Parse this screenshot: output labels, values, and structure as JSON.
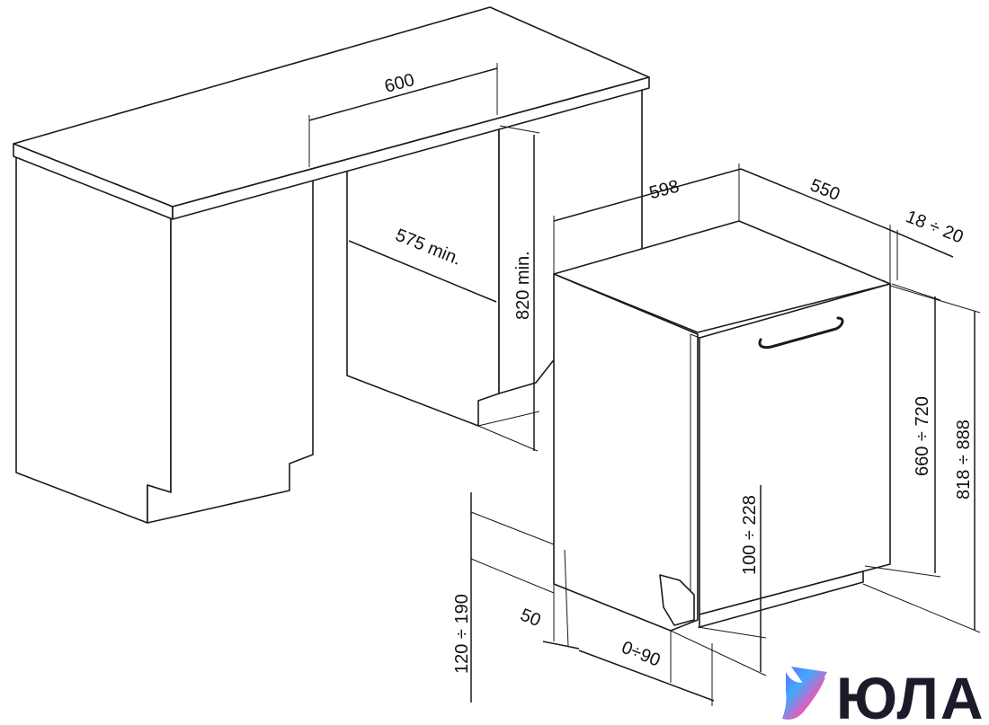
{
  "diagram": {
    "dimensions": {
      "niche_width": "600",
      "niche_depth": "575 min.",
      "niche_height": "820 min.",
      "appliance_width": "598",
      "appliance_depth": "550",
      "door_thickness": "18 ÷ 20",
      "door_height": "660 ÷ 720",
      "total_height": "818 ÷ 888",
      "plinth_height": "100 ÷ 228",
      "foot_height": "120 ÷ 190",
      "foot_offset": "50",
      "plinth_depth": "0÷90"
    },
    "logo": {
      "text": "ЮЛА",
      "colors": [
        "#7b5cff",
        "#3fa9ff",
        "#ff4fb0",
        "#ffd24a"
      ]
    }
  }
}
